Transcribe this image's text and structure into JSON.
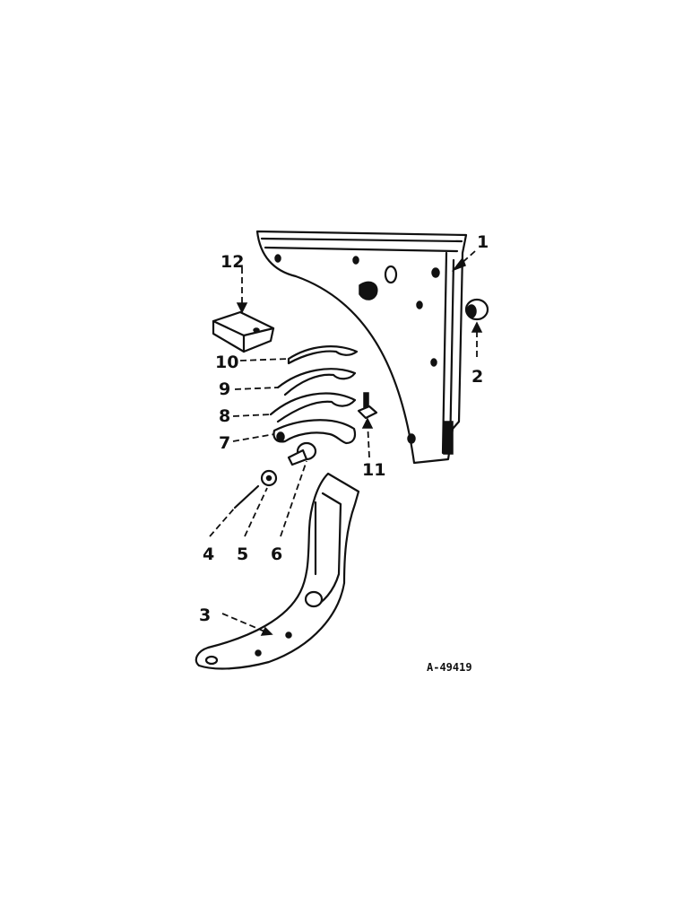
{
  "callouts": [
    {
      "number": "1"
    },
    {
      "number": "2"
    },
    {
      "number": "3"
    },
    {
      "number": "4"
    },
    {
      "number": "5"
    },
    {
      "number": "6"
    },
    {
      "number": "7"
    },
    {
      "number": "8"
    },
    {
      "number": "9"
    },
    {
      "number": "10"
    },
    {
      "number": "11"
    },
    {
      "number": "12"
    }
  ],
  "figure_ref": "A-49419"
}
